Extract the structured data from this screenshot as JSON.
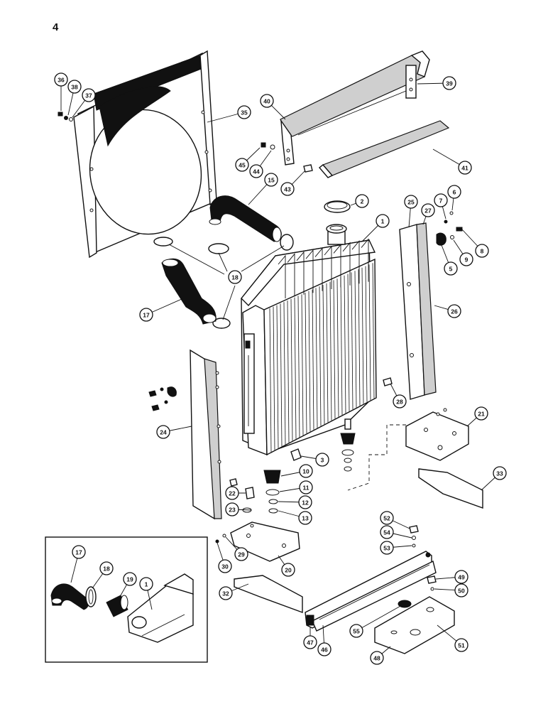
{
  "page_number": "4",
  "callouts": [
    {
      "id": "36",
      "label": "36"
    },
    {
      "id": "38",
      "label": "38"
    },
    {
      "id": "37",
      "label": "37"
    },
    {
      "id": "35",
      "label": "35"
    },
    {
      "id": "40",
      "label": "40"
    },
    {
      "id": "39",
      "label": "39"
    },
    {
      "id": "45",
      "label": "45"
    },
    {
      "id": "44",
      "label": "44"
    },
    {
      "id": "41",
      "label": "41"
    },
    {
      "id": "43",
      "label": "43"
    },
    {
      "id": "15",
      "label": "15"
    },
    {
      "id": "2",
      "label": "2"
    },
    {
      "id": "1",
      "label": "1"
    },
    {
      "id": "25",
      "label": "25"
    },
    {
      "id": "27",
      "label": "27"
    },
    {
      "id": "7",
      "label": "7"
    },
    {
      "id": "6",
      "label": "6"
    },
    {
      "id": "8",
      "label": "8"
    },
    {
      "id": "9",
      "label": "9"
    },
    {
      "id": "5",
      "label": "5"
    },
    {
      "id": "18",
      "label": "18"
    },
    {
      "id": "26",
      "label": "26"
    },
    {
      "id": "17",
      "label": "17"
    },
    {
      "id": "28",
      "label": "28"
    },
    {
      "id": "21",
      "label": "21"
    },
    {
      "id": "24",
      "label": "24"
    },
    {
      "id": "3",
      "label": "3"
    },
    {
      "id": "10",
      "label": "10"
    },
    {
      "id": "33",
      "label": "33"
    },
    {
      "id": "22",
      "label": "22"
    },
    {
      "id": "11",
      "label": "11"
    },
    {
      "id": "12",
      "label": "12"
    },
    {
      "id": "23",
      "label": "23"
    },
    {
      "id": "13",
      "label": "13"
    },
    {
      "id": "52",
      "label": "52"
    },
    {
      "id": "54",
      "label": "54"
    },
    {
      "id": "53",
      "label": "53"
    },
    {
      "id": "29",
      "label": "29"
    },
    {
      "id": "30",
      "label": "30"
    },
    {
      "id": "20",
      "label": "20"
    },
    {
      "id": "49",
      "label": "49"
    },
    {
      "id": "50",
      "label": "50"
    },
    {
      "id": "32",
      "label": "32"
    },
    {
      "id": "55",
      "label": "55"
    },
    {
      "id": "47",
      "label": "47"
    },
    {
      "id": "46",
      "label": "46"
    },
    {
      "id": "48",
      "label": "48"
    },
    {
      "id": "51",
      "label": "51"
    },
    {
      "id": "i17",
      "label": "17"
    },
    {
      "id": "i18",
      "label": "18"
    },
    {
      "id": "i19",
      "label": "19"
    },
    {
      "id": "i1",
      "label": "1"
    }
  ]
}
